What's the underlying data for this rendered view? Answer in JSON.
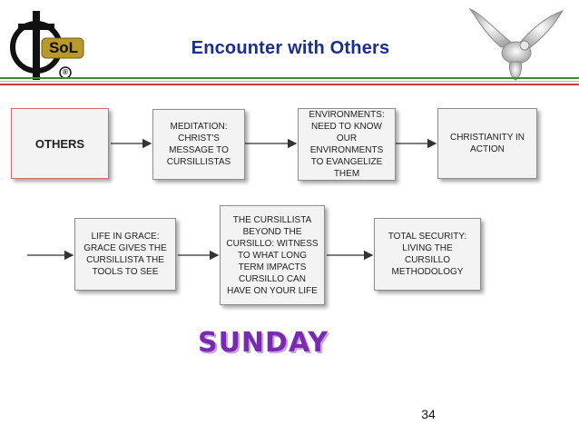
{
  "header": {
    "title": "Encounter with Others",
    "logo_text": "SoL",
    "logo_mark": "®"
  },
  "flow": {
    "others": "OTHERS",
    "meditation": "MEDITATION: CHRIST'S MESSAGE TO CURSILLISTAS",
    "environments": "ENVIRONMENTS: NEED TO KNOW OUR ENVIRONMENTS TO EVANGELIZE THEM",
    "christianity": "CHRISTIANITY IN ACTION",
    "life_in_grace": "LIFE IN GRACE: GRACE GIVES THE CURSILLISTA THE TOOLS TO SEE",
    "beyond": "THE CURSILLISTA BEYOND THE CURSILLO: WITNESS TO WHAT LONG TERM IMPACTS CURSILLO CAN HAVE ON YOUR LIFE",
    "total_security": "TOTAL SECURITY: LIVING THE CURSILLO METHODOLOGY"
  },
  "day": "SUNDAY",
  "page_number": "34",
  "colors": {
    "title": "#1b2e8c",
    "rule_green": "#3a8a3a",
    "rule_red": "#d23b3b",
    "sunday": "#7a2ab0"
  },
  "icons": [
    "cross-logo-icon",
    "dove-icon"
  ]
}
